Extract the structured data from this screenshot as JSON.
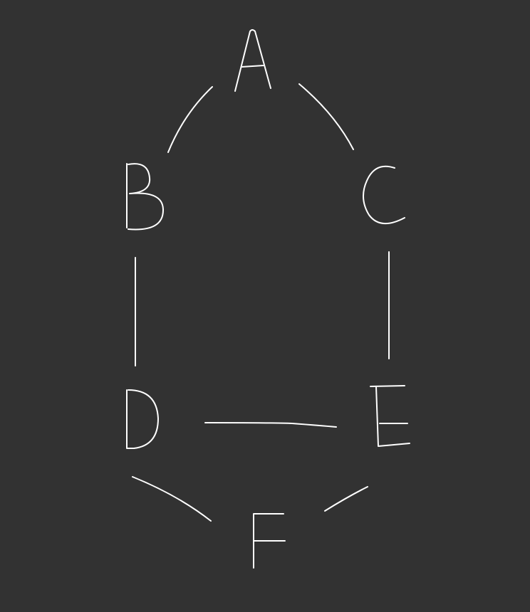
{
  "diagram": {
    "type": "graph",
    "style": "handwritten",
    "colors": {
      "background": "#323232",
      "stroke": "#ffffff"
    },
    "nodes": [
      {
        "id": "A",
        "label": "A"
      },
      {
        "id": "B",
        "label": "B"
      },
      {
        "id": "C",
        "label": "C"
      },
      {
        "id": "D",
        "label": "D"
      },
      {
        "id": "E",
        "label": "E"
      },
      {
        "id": "F",
        "label": "F"
      }
    ],
    "edges": [
      {
        "from": "A",
        "to": "B"
      },
      {
        "from": "A",
        "to": "C"
      },
      {
        "from": "B",
        "to": "D"
      },
      {
        "from": "C",
        "to": "E"
      },
      {
        "from": "D",
        "to": "E"
      },
      {
        "from": "D",
        "to": "F"
      },
      {
        "from": "E",
        "to": "F"
      }
    ]
  }
}
